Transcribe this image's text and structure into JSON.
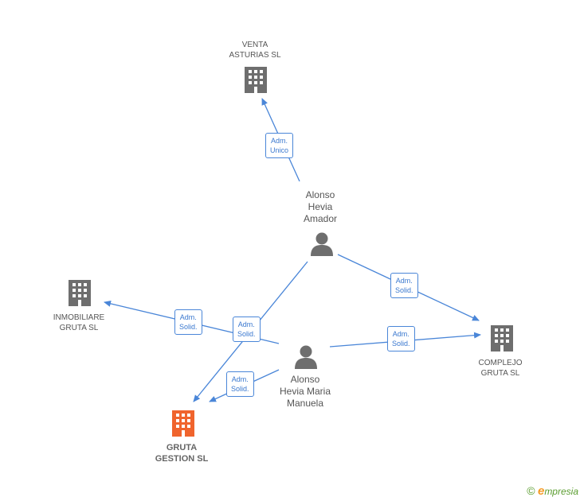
{
  "nodes": {
    "venta": {
      "label": [
        "VENTA",
        "ASTURIAS SL"
      ]
    },
    "inmobiliare": {
      "label": [
        "INMOBILIARE",
        "GRUTA  SL"
      ]
    },
    "complejo": {
      "label": [
        "COMPLEJO",
        "GRUTA SL"
      ]
    },
    "gruta": {
      "label": [
        "GRUTA",
        "GESTION SL"
      ]
    },
    "alonso_amador": {
      "label": [
        "Alonso",
        "Hevia",
        "Amador"
      ]
    },
    "alonso_manuela": {
      "label": [
        "Alonso",
        "Hevia Maria",
        "Manuela"
      ]
    }
  },
  "edges": {
    "e1": {
      "label": [
        "Adm.",
        "Unico"
      ]
    },
    "e2": {
      "label": [
        "Adm.",
        "Solid."
      ]
    },
    "e3": {
      "label": [
        "Adm.",
        "Solid."
      ]
    },
    "e4": {
      "label": [
        "Adm.",
        "Solid."
      ]
    },
    "e5": {
      "label": [
        "Adm.",
        "Solid."
      ]
    },
    "e6": {
      "label": [
        "Adm.",
        "Solid."
      ]
    }
  },
  "footer": {
    "copyright": "©",
    "brand_e": "e",
    "brand_rest": "mpresia"
  },
  "colors": {
    "edge": "#4a86d8",
    "company_icon": "#6e6e6e",
    "focus_icon": "#f0642d",
    "person_icon": "#6e6e6e"
  }
}
